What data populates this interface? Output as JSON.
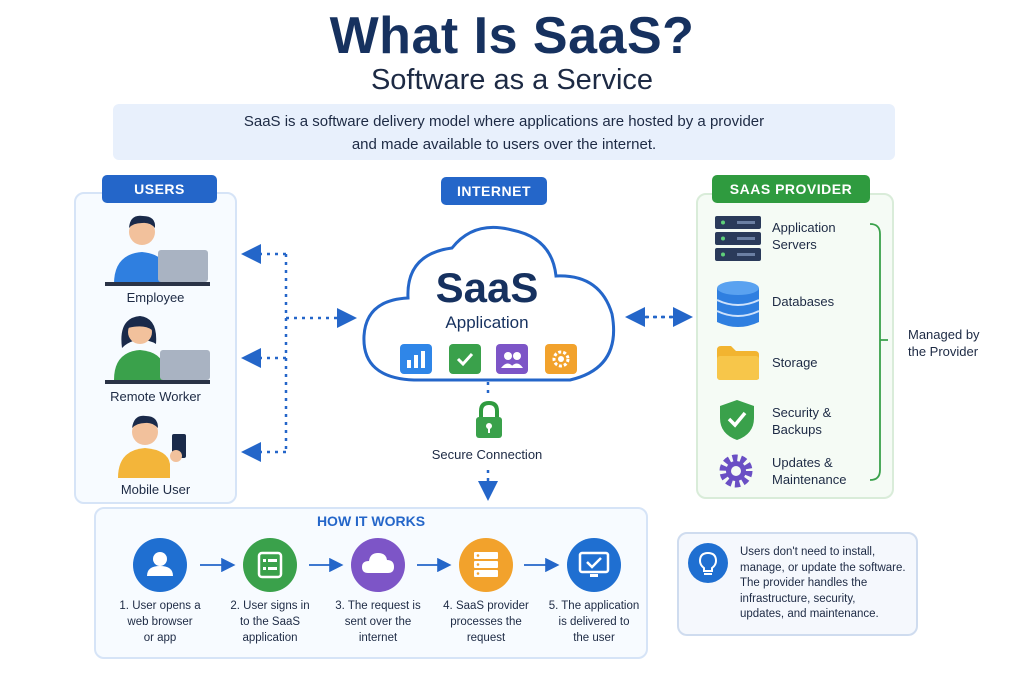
{
  "header": {
    "title": "What Is SaaS?",
    "subtitle": "Software as a Service",
    "intro_line1": "SaaS is a software delivery model where applications are hosted by a provider",
    "intro_line2": "and made available to users over the internet."
  },
  "users": {
    "heading": "USERS",
    "items": [
      {
        "label": "Employee",
        "icon": "employee-laptop-icon"
      },
      {
        "label": "Remote Worker",
        "icon": "remote-worker-laptop-icon"
      },
      {
        "label": "Mobile User",
        "icon": "mobile-user-phone-icon"
      }
    ]
  },
  "internet": {
    "heading": "INTERNET",
    "cloud_title": "SaaS",
    "cloud_subtitle": "Application",
    "app_icons": [
      "chart-icon",
      "check-icon",
      "users-icon",
      "gear-icon"
    ],
    "secure_label": "Secure Connection"
  },
  "provider": {
    "heading": "SAAS PROVIDER",
    "items": [
      {
        "line1": "Application",
        "line2": "Servers",
        "icon": "server-icon"
      },
      {
        "line1": "Databases",
        "line2": "",
        "icon": "database-icon"
      },
      {
        "line1": "Storage",
        "line2": "",
        "icon": "folder-icon"
      },
      {
        "line1": "Security &",
        "line2": "Backups",
        "icon": "shield-check-icon"
      },
      {
        "line1": "Updates &",
        "line2": "Maintenance",
        "icon": "gear-icon"
      }
    ],
    "managed_line1": "Managed by",
    "managed_line2": "the Provider"
  },
  "how_it_works": {
    "heading": "HOW IT WORKS",
    "steps": [
      {
        "line1": "1. User opens a",
        "line2": "web browser",
        "line3": "or app",
        "icon": "user-icon",
        "color": "#1f6fd1"
      },
      {
        "line1": "2. User signs in",
        "line2": "to the SaaS",
        "line3": "application",
        "icon": "login-form-icon",
        "color": "#3aa14b"
      },
      {
        "line1": "3. The request is",
        "line2": "sent over the",
        "line3": "internet",
        "icon": "cloud-icon",
        "color": "#7d55c7"
      },
      {
        "line1": "4. SaaS provider",
        "line2": "processes the",
        "line3": "request",
        "icon": "server-icon",
        "color": "#f2a22c"
      },
      {
        "line1": "5. The application",
        "line2": "is delivered to",
        "line3": "the user",
        "icon": "monitor-check-icon",
        "color": "#1f6fd1"
      }
    ]
  },
  "note": {
    "icon": "lightbulb-icon",
    "lines": [
      "Users don't need to install,",
      "manage, or update the software.",
      "The provider handles the",
      "infrastructure, security,",
      "updates, and maintenance."
    ]
  },
  "colors": {
    "navy": "#16315f",
    "blue": "#2466c9",
    "green": "#2f9b3f",
    "purple": "#7d55c7",
    "orange": "#f2a22c"
  }
}
